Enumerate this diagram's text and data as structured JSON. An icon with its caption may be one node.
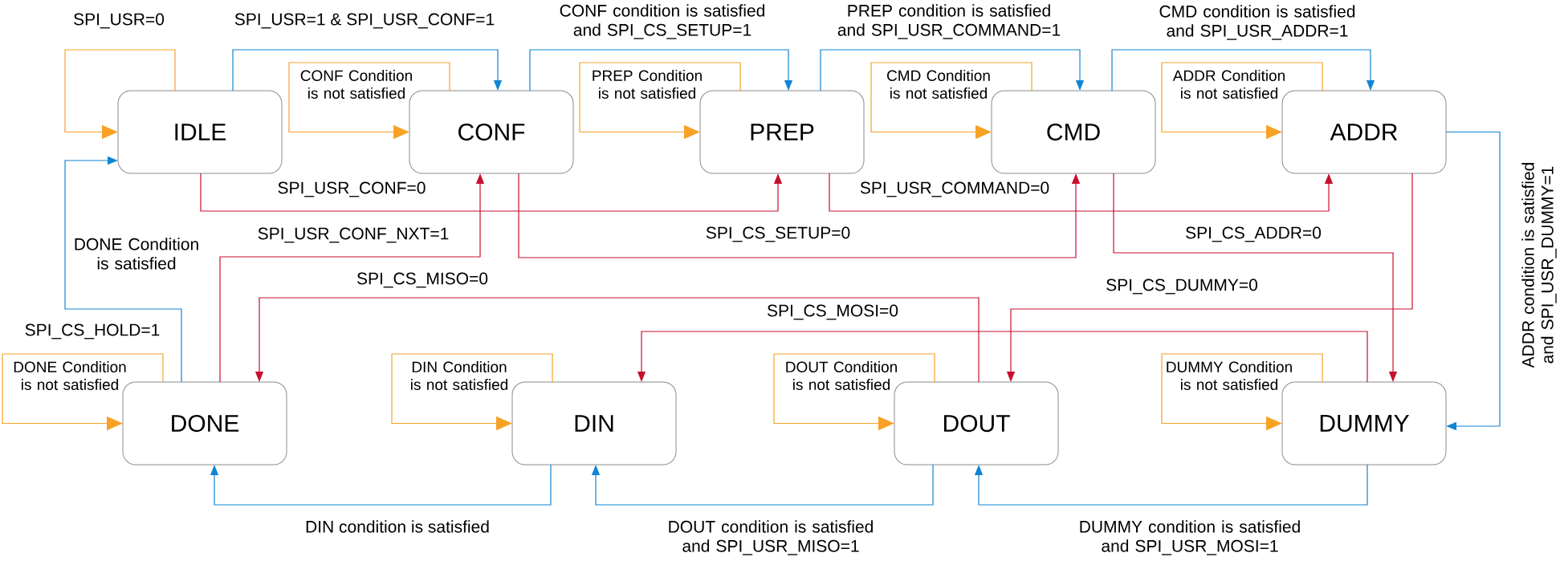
{
  "diagram": {
    "nodes": [
      {
        "text": [
          "IDLE"
        ]
      },
      {
        "text": [
          "CONF"
        ]
      },
      {
        "text": [
          "PREP"
        ]
      },
      {
        "text": [
          "CMD"
        ]
      },
      {
        "text": [
          "ADDR"
        ]
      },
      {
        "text": [
          "DONE"
        ]
      },
      {
        "text": [
          "DIN"
        ]
      },
      {
        "text": [
          "DOUT"
        ]
      },
      {
        "text": [
          "DUMMY"
        ]
      }
    ],
    "edges": [
      {
        "from": 0,
        "to": 0,
        "arrow": "to",
        "label": "SPI_USR=0",
        "color": "#f7a125"
      },
      {
        "from": 0,
        "to": 1,
        "arrow": "to",
        "label": "SPI_USR=1 & SPI_USR_CONF=1",
        "color": "#1184d4"
      },
      {
        "from": 1,
        "to": 1,
        "arrow": "to",
        "label": "CONF Condition is not satisfied",
        "color": "#f7a125"
      },
      {
        "from": 1,
        "to": 2,
        "arrow": "to",
        "label": "CONF condition is satisfied and SPI_CS_SETUP=1",
        "color": "#1184d4"
      },
      {
        "from": 2,
        "to": 2,
        "arrow": "to",
        "label": "PREP Condition is not satisfied",
        "color": "#f7a125"
      },
      {
        "from": 2,
        "to": 3,
        "arrow": "to",
        "label": "PREP condition is satisfied and SPI_USR_COMMAND=1",
        "color": "#1184d4"
      },
      {
        "from": 3,
        "to": 3,
        "arrow": "to",
        "label": "CMD Condition is not satisfied",
        "color": "#f7a125"
      },
      {
        "from": 3,
        "to": 4,
        "arrow": "to",
        "label": "CMD condition is satisfied and SPI_USR_ADDR=1",
        "color": "#1184d4"
      },
      {
        "from": 4,
        "to": 4,
        "arrow": "to",
        "label": "ADDR Condition is not satisfied",
        "color": "#f7a125"
      },
      {
        "from": 4,
        "to": 8,
        "arrow": "to",
        "label": "ADDR condition is satisfied and SPI_USR_DUMMY=1",
        "color": "#1184d4"
      },
      {
        "from": 0,
        "to": 2,
        "arrow": "to",
        "label": "SPI_USR_CONF=0",
        "color": "#c8102e"
      },
      {
        "from": 2,
        "to": 4,
        "arrow": "to",
        "label": "SPI_USR_COMMAND=0",
        "color": "#c8102e"
      },
      {
        "from": 5,
        "to": 1,
        "arrow": "to",
        "label": "SPI_USR_CONF_NXT=1",
        "color": "#c8102e"
      },
      {
        "from": 1,
        "to": 3,
        "arrow": "to",
        "label": "SPI_CS_SETUP=0",
        "color": "#c8102e"
      },
      {
        "from": 3,
        "to": 8,
        "arrow": "to",
        "label": "SPI_CS_ADDR=0",
        "color": "#c8102e"
      },
      {
        "from": 5,
        "to": 0,
        "arrow": "to",
        "label": "DONE Condition is satisfied",
        "color": "#1184d4"
      },
      {
        "from": 7,
        "to": 5,
        "arrow": "to",
        "label": "SPI_CS_MISO=0",
        "color": "#c8102e"
      },
      {
        "from": 4,
        "to": 7,
        "arrow": "to",
        "label": "SPI_CS_DUMMY=0",
        "color": "#c8102e"
      },
      {
        "from": 8,
        "to": 6,
        "arrow": "to",
        "label": "SPI_CS_MOSI=0",
        "color": "#c8102e"
      },
      {
        "from": 5,
        "to": 5,
        "arrow": "to",
        "label": "DONE Condition is not satisfied",
        "color": "#f7a125"
      },
      {
        "from": 6,
        "to": 6,
        "arrow": "to",
        "label": "DIN Condition is not satisfied",
        "color": "#f7a125"
      },
      {
        "from": 7,
        "to": 7,
        "arrow": "to",
        "label": "DOUT Condition is not satisfied",
        "color": "#f7a125"
      },
      {
        "from": 8,
        "to": 8,
        "arrow": "to",
        "label": "DUMMY Condition is not satisfied",
        "color": "#f7a125"
      },
      {
        "from": 6,
        "to": 5,
        "arrow": "to",
        "label": "DIN condition is satisfied",
        "color": "#1184d4"
      },
      {
        "from": 7,
        "to": 6,
        "arrow": "to",
        "label": "DOUT condition is satisfied and SPI_USR_MISO=1",
        "color": "#1184d4"
      },
      {
        "from": 8,
        "to": 7,
        "arrow": "to",
        "label": "DUMMY condition is satisfied and SPI_USR_MOSI=1",
        "color": "#1184d4"
      }
    ],
    "labels": [
      "SPI_CS_HOLD=1"
    ]
  }
}
